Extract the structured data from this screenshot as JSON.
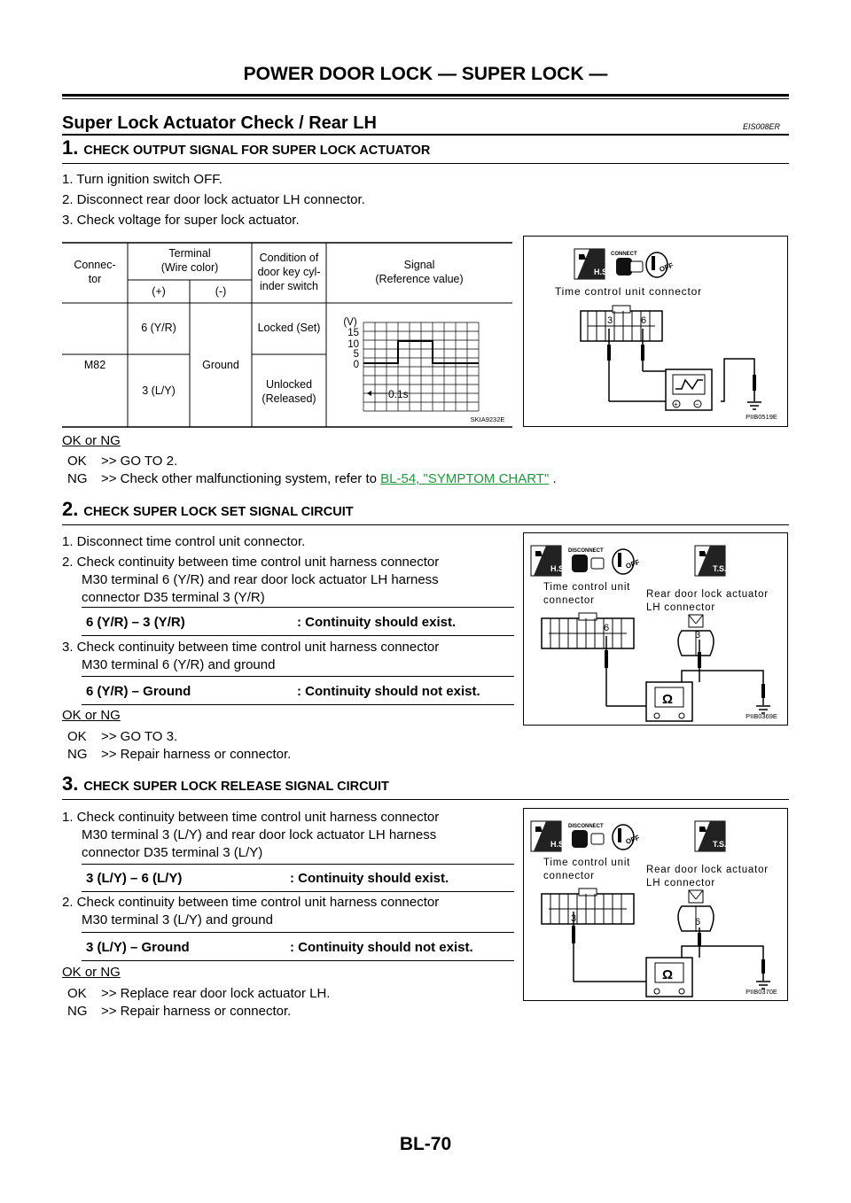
{
  "header": {
    "title": "POWER DOOR LOCK — SUPER LOCK —"
  },
  "section": {
    "title": "Super Lock Actuator Check / Rear LH",
    "code": "EIS008ER"
  },
  "step1": {
    "num": "1.",
    "title": "CHECK OUTPUT SIGNAL FOR SUPER LOCK ACTUATOR",
    "items": [
      "1.  Turn ignition switch OFF.",
      "2.  Disconnect rear door lock actuator LH connector.",
      "3.  Check voltage for super lock actuator."
    ],
    "table": {
      "h_connector": "Connec-tor",
      "h_terminal": "Terminal (Wire color)",
      "h_plus": "(+)",
      "h_minus": "(-)",
      "h_condition": "Condition of door key cyl-inder switch",
      "h_signal": "Signal (Reference value)",
      "connector": "M82",
      "t1": "6 (Y/R)",
      "t2": "3 (L/Y)",
      "ground": "Ground",
      "cond1": "Locked (Set)",
      "cond2": "Unlocked (Released)",
      "unit": "(V)",
      "y15": "15",
      "y10": "10",
      "y5": "5",
      "y0": "0",
      "time": "0.1s",
      "figcode": "SKIA9232E"
    },
    "okng": "OK or NG",
    "ok_label": "OK",
    "ok_text": ">> GO TO 2.",
    "ng_label": "NG",
    "ng_text": ">> Check other malfunctioning system, refer to ",
    "ng_link": "BL-54, \"SYMPTOM CHART\"",
    "ng_tail": " .",
    "fig": {
      "badge1": "H.S.",
      "badge2": "CONNECT",
      "badge3": "OFF",
      "label": "Time control unit connector",
      "pin_a": "3",
      "pin_b": "6",
      "code": "PIIB0519E"
    }
  },
  "step2": {
    "num": "2.",
    "title": "CHECK SUPER LOCK SET SIGNAL CIRCUIT",
    "i1": "1.  Disconnect time control unit connector.",
    "i2a": "2.  Check continuity between time control unit harness connector",
    "i2b": "M30 terminal 6 (Y/R) and rear door lock actuator LH harness",
    "i2c": "connector D35 terminal 3 (Y/R)",
    "spec1_l": "6 (Y/R) – 3 (Y/R)",
    "spec1_r": ": Continuity should exist.",
    "i3a": "3.  Check continuity between time control unit harness connector",
    "i3b": "M30 terminal 6 (Y/R) and ground",
    "spec2_l": "6 (Y/R) – Ground",
    "spec2_r": ": Continuity should not exist.",
    "okng": "OK or NG",
    "ok_label": "OK",
    "ok_text": ">> GO TO 3.",
    "ng_label": "NG",
    "ng_text": ">> Repair harness or connector.",
    "fig": {
      "badge1": "H.S.",
      "badge2": "DISCONNECT",
      "badge3": "OFF",
      "badge4": "T.S.",
      "label1a": "Time control unit",
      "label1b": "connector",
      "label2a": "Rear door lock actuator",
      "label2b": "LH connector",
      "pin_a": "6",
      "pin_b": "3",
      "code": "PIIB0369E"
    }
  },
  "step3": {
    "num": "3.",
    "title": "CHECK SUPER LOCK RELEASE SIGNAL CIRCUIT",
    "i1a": "1.  Check continuity between time control unit harness connector",
    "i1b": "M30 terminal 3 (L/Y) and rear door lock actuator LH harness",
    "i1c": "connector D35 terminal 3 (L/Y)",
    "spec1_l": "3 (L/Y) – 6 (L/Y)",
    "spec1_r": ": Continuity should exist.",
    "i2a": "2.  Check continuity between time control unit harness connector",
    "i2b": "M30 terminal 3 (L/Y) and ground",
    "spec2_l": "3 (L/Y) – Ground",
    "spec2_r": ": Continuity should not exist.",
    "okng": "OK or NG",
    "ok_label": "OK",
    "ok_text": ">> Replace rear door lock actuator LH.",
    "ng_label": "NG",
    "ng_text": ">> Repair harness or connector.",
    "fig": {
      "badge1": "H.S.",
      "badge2": "DISCONNECT",
      "badge3": "OFF",
      "badge4": "T.S.",
      "label1a": "Time control unit",
      "label1b": "connector",
      "label2a": "Rear door lock actuator",
      "label2b": "LH connector",
      "pin_a": "3",
      "pin_b": "6",
      "code": "PIIB0370E"
    }
  },
  "footer": {
    "page": "BL-70"
  }
}
